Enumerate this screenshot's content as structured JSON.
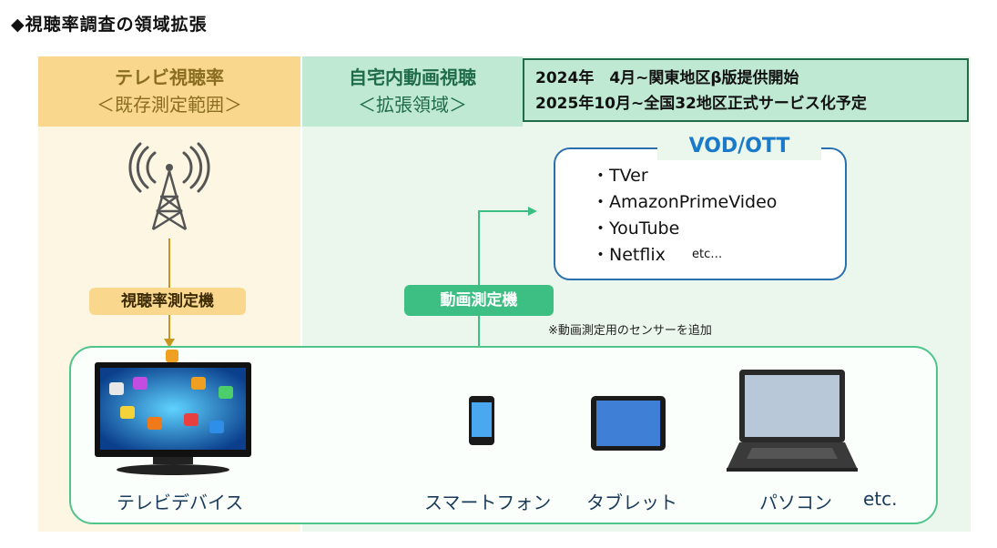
{
  "title": "◆視聴率調査の領域拡張",
  "tv_column": {
    "title": "テレビ視聴率",
    "subtitle": "＜既存測定範囲＞"
  },
  "extended_column": {
    "title": "自宅内動画視聴",
    "subtitle": "＜拡張領域＞"
  },
  "schedule": {
    "line1": "2024年　4月~関東地区β版提供開始",
    "line2": "2025年10月~全国32地区正式サービス化予定"
  },
  "vod": {
    "title": "VOD/OTT",
    "items": [
      "・TVer",
      "・AmazonPrimeVideo",
      "・YouTube",
      "・Netflix"
    ],
    "etc": "etc…"
  },
  "tv_meter_label": "視聴率測定機",
  "video_meter_label": "動画測定機",
  "sensor_note": "※動画測定用のセンサーを追加",
  "devices": {
    "tv": "テレビデバイス",
    "smartphone": "スマートフォン",
    "tablet": "タブレット",
    "pc": "パソコン",
    "etc": "etc."
  },
  "colors": {
    "tv_header": "#f9d88e",
    "ext_header": "#bfe9d3",
    "vod_title": "#1a79c9",
    "video_meter": "#3dbf84",
    "tv_arrow": "#c8961e"
  }
}
